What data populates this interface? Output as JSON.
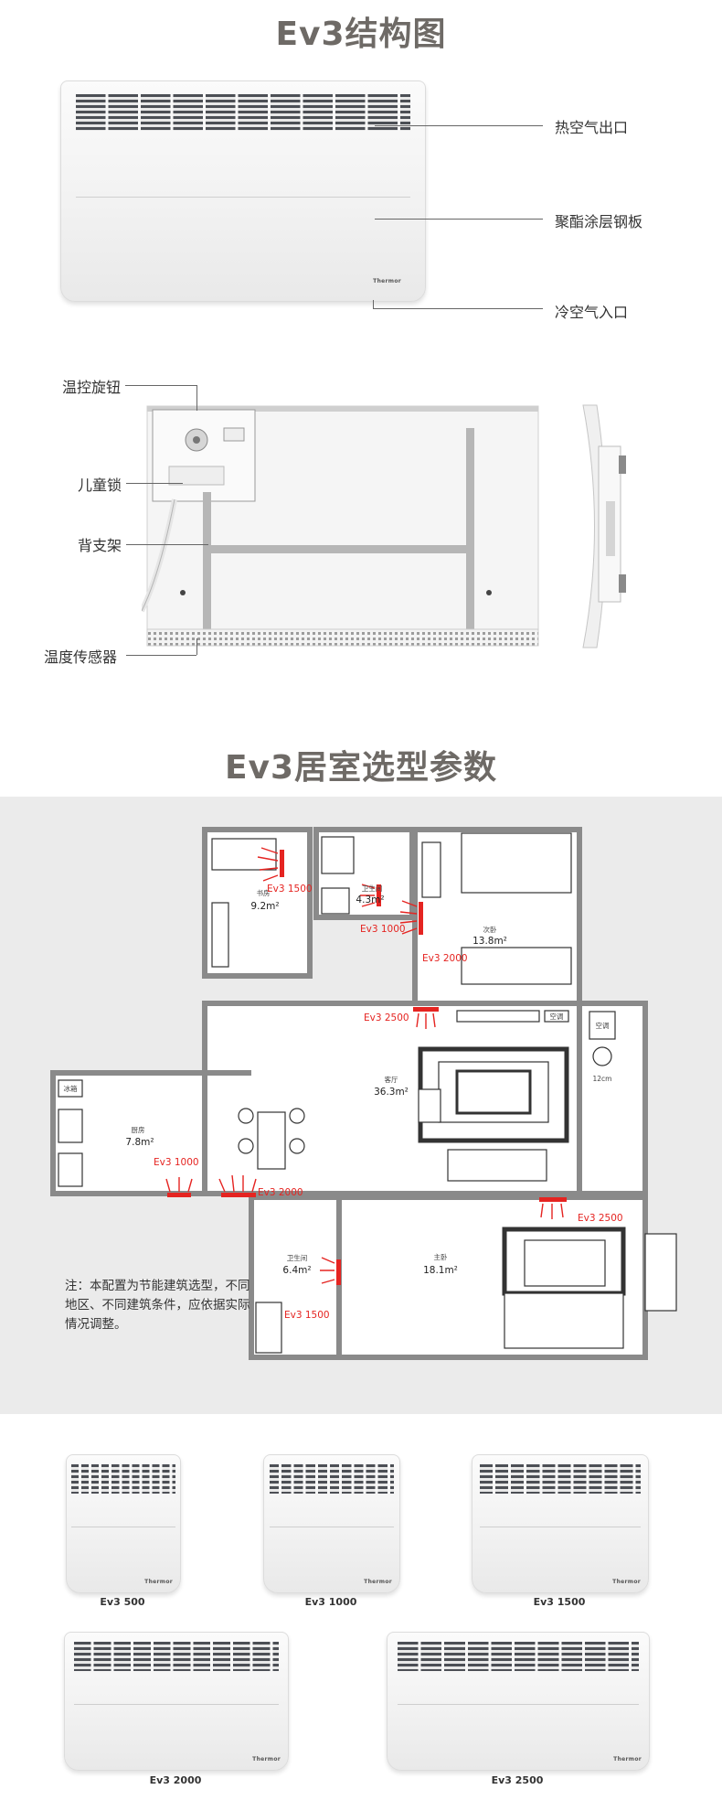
{
  "titles": {
    "structure": "Ev3结构图",
    "selection": "Ev3居室选型参数"
  },
  "structure_callouts": {
    "hot_air_outlet": "热空气出口",
    "polyester_steel": "聚酯涂层钢板",
    "cold_air_inlet": "冷空气入口",
    "thermostat_knob": "温控旋钮",
    "child_lock": "儿童锁",
    "back_bracket": "背支架",
    "temp_sensor": "温度传感器"
  },
  "brand": "Thermor",
  "rooms": {
    "study": {
      "name": "书房",
      "area": "9.2m²",
      "model": "Ev3 1500"
    },
    "bath1": {
      "name": "卫生间",
      "area": "4.3m²",
      "model": "Ev3 1000"
    },
    "bedroom2": {
      "name": "次卧",
      "area": "13.8m²",
      "model": "Ev3 2000"
    },
    "living": {
      "name": "客厅",
      "area": "36.3m²",
      "model": "Ev3 2500"
    },
    "kitchen": {
      "name": "厨房",
      "area": "7.8m²",
      "model": "Ev3 1000"
    },
    "dining": {
      "model": "Ev3 2000"
    },
    "bath2": {
      "name": "卫生间",
      "area": "6.4m²",
      "model": "Ev3 1500"
    },
    "master": {
      "name": "主卧",
      "area": "18.1m²",
      "model": "Ev3 2500"
    }
  },
  "fixtures": {
    "fridge": "冰箱",
    "ac": "空调",
    "ac_unit": "空调",
    "fridge2": "12cm"
  },
  "note": "注：本配置为节能建筑选型，不同地区、不同建筑条件，应依据实际情况调整。",
  "models": [
    "Ev3 500",
    "Ev3 1000",
    "Ev3 1500",
    "Ev3 2000",
    "Ev3 2500"
  ],
  "colors": {
    "heater_mark": "#e52421",
    "wall": "#8a8a8a",
    "title": "#6e6a66"
  }
}
